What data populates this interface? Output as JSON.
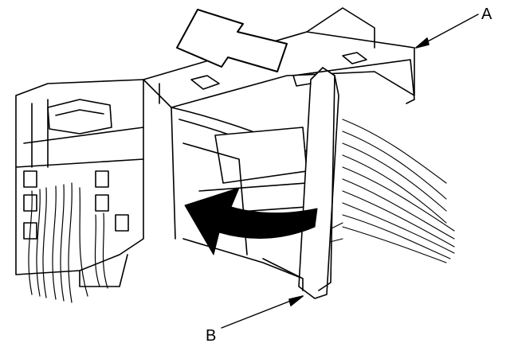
{
  "callouts": {
    "a": "A",
    "b": "B"
  },
  "colors": {
    "ink": "#000000",
    "paper": "#ffffff"
  },
  "icons": {
    "move_arrow": "up-left-outline-arrow",
    "rotate_arrow": "curved-black-arrow"
  }
}
